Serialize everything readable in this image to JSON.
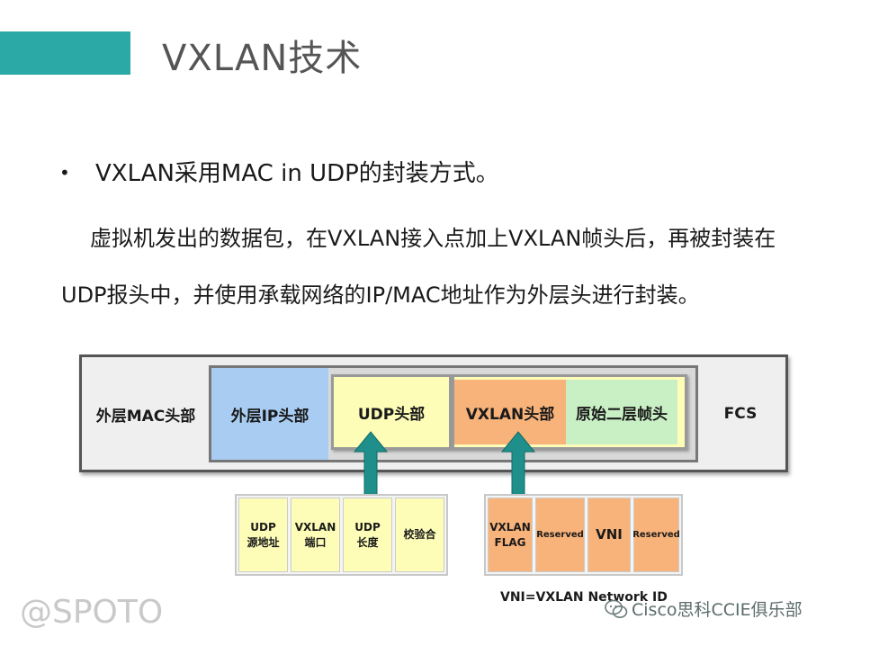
{
  "slide": {
    "title": "VXLAN技术",
    "bullet": "•",
    "bullet_text": "VXLAN采用MAC in UDP的封装方式。",
    "paragraph_line1": "虚拟机发出的数据包，在VXLAN接入点加上VXLAN帧头后，再被封装在",
    "paragraph_line2": "UDP报头中，并使用承载网络的IP/MAC地址作为外层头进行封装。"
  },
  "diagram": {
    "outer_mac": "外层MAC头部",
    "outer_ip": "外层IP头部",
    "udp_header": "UDP头部",
    "vxlan_header": "VXLAN头部",
    "original_l2": "原始二层帧头",
    "fcs": "FCS",
    "udp_fields": [
      "UDP\n源地址",
      "VXLAN\n端口",
      "UDP\n长度",
      "校验合"
    ],
    "vxlan_fields": [
      "VXLAN\nFLAG",
      "Reserved",
      "VNI",
      "Reserved"
    ],
    "vni_note": "VNI=VXLAN Network ID"
  },
  "watermarks": {
    "left": "@SPOTO",
    "right": "Cisco思科CCIE俱乐部"
  },
  "colors": {
    "title_bar": "#2aa9a6",
    "ip_block": "#a9cdf2",
    "udp_block": "#fdfdb8",
    "vxlan_block": "#f8b37a",
    "l2_block": "#c9efc4",
    "arrow": "#1e8f8a"
  }
}
